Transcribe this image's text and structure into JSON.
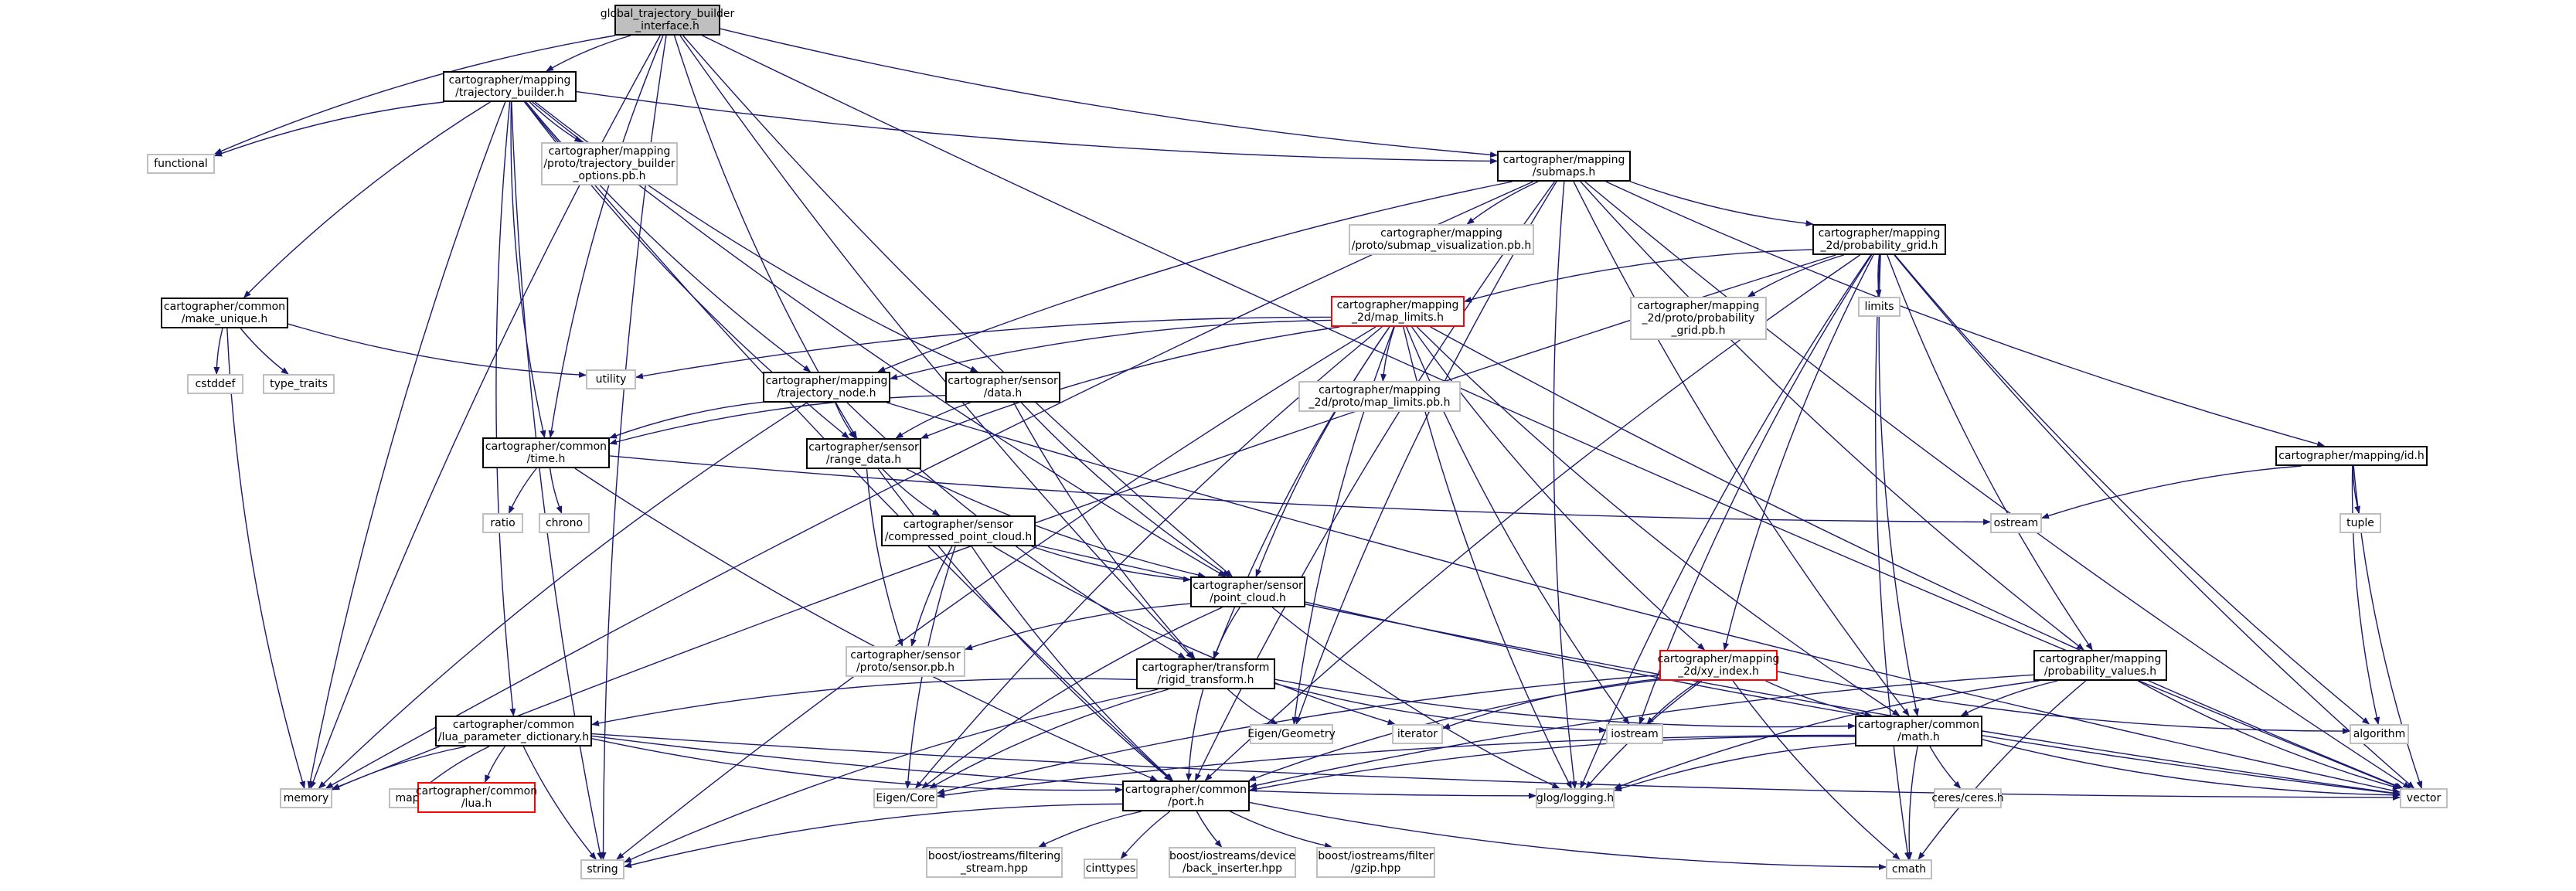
{
  "colors": {
    "edge": "#191970",
    "node_border": "#000000",
    "ext_border": "#bfbfbf",
    "red_border": "#ff0000",
    "root_fill": "#bfbfbf"
  },
  "nodes": {
    "root": {
      "label": "global_trajectory_builder\n_interface.h",
      "style": "root"
    },
    "tb": {
      "label": "cartographer/mapping\n/trajectory_builder.h",
      "style": "normal"
    },
    "submaps": {
      "label": "cartographer/mapping\n/submaps.h",
      "style": "normal"
    },
    "functional": {
      "label": "functional",
      "style": "ext"
    },
    "tbopts": {
      "label": "cartographer/mapping\n/proto/trajectory_builder\n_options.pb.h",
      "style": "ext"
    },
    "submapviz": {
      "label": "cartographer/mapping\n/proto/submap_visualization.pb.h",
      "style": "ext"
    },
    "probgrid": {
      "label": "cartographer/mapping\n_2d/probability_grid.h",
      "style": "normal"
    },
    "makeunique": {
      "label": "cartographer/common\n/make_unique.h",
      "style": "normal"
    },
    "cstddef": {
      "label": "cstddef",
      "style": "ext"
    },
    "typetraits": {
      "label": "type_traits",
      "style": "ext"
    },
    "utility": {
      "label": "utility",
      "style": "ext"
    },
    "maplimits": {
      "label": "cartographer/mapping\n_2d/map_limits.h",
      "style": "red"
    },
    "probgridpb": {
      "label": "cartographer/mapping\n_2d/proto/probability\n_grid.pb.h",
      "style": "ext"
    },
    "limits": {
      "label": "limits",
      "style": "ext"
    },
    "trajnode": {
      "label": "cartographer/mapping\n/trajectory_node.h",
      "style": "normal"
    },
    "sensordata": {
      "label": "cartographer/sensor\n/data.h",
      "style": "normal"
    },
    "maplimitspb": {
      "label": "cartographer/mapping\n_2d/proto/map_limits.pb.h",
      "style": "ext"
    },
    "time": {
      "label": "cartographer/common\n/time.h",
      "style": "normal"
    },
    "rangedata": {
      "label": "cartographer/sensor\n/range_data.h",
      "style": "normal"
    },
    "mappingid": {
      "label": "cartographer/mapping/id.h",
      "style": "normal"
    },
    "ratio": {
      "label": "ratio",
      "style": "ext"
    },
    "chrono": {
      "label": "chrono",
      "style": "ext"
    },
    "compressed": {
      "label": "cartographer/sensor\n/compressed_point_cloud.h",
      "style": "normal"
    },
    "ostream": {
      "label": "ostream",
      "style": "ext"
    },
    "tuple": {
      "label": "tuple",
      "style": "ext"
    },
    "pointcloud": {
      "label": "cartographer/sensor\n/point_cloud.h",
      "style": "normal"
    },
    "sensorpb": {
      "label": "cartographer/sensor\n/proto/sensor.pb.h",
      "style": "ext"
    },
    "rigid": {
      "label": "cartographer/transform\n/rigid_transform.h",
      "style": "normal"
    },
    "xyindex": {
      "label": "cartographer/mapping\n_2d/xy_index.h",
      "style": "red"
    },
    "probvalues": {
      "label": "cartographer/mapping\n/probability_values.h",
      "style": "normal"
    },
    "luadict": {
      "label": "cartographer/common\n/lua_parameter_dictionary.h",
      "style": "normal"
    },
    "eigengeom": {
      "label": "Eigen/Geometry",
      "style": "ext"
    },
    "iterator": {
      "label": "iterator",
      "style": "ext"
    },
    "iostream": {
      "label": "iostream",
      "style": "ext"
    },
    "math": {
      "label": "cartographer/common\n/math.h",
      "style": "normal"
    },
    "algorithm": {
      "label": "algorithm",
      "style": "ext"
    },
    "memory": {
      "label": "memory",
      "style": "ext"
    },
    "map": {
      "label": "map",
      "style": "ext"
    },
    "lua": {
      "label": "cartographer/common\n/lua.h",
      "style": "red"
    },
    "eigencore": {
      "label": "Eigen/Core",
      "style": "ext"
    },
    "port": {
      "label": "cartographer/common\n/port.h",
      "style": "normal"
    },
    "glog": {
      "label": "glog/logging.h",
      "style": "ext"
    },
    "vector": {
      "label": "vector",
      "style": "ext"
    },
    "ceres": {
      "label": "ceres/ceres.h",
      "style": "ext"
    },
    "string": {
      "label": "string",
      "style": "ext"
    },
    "boostfilt": {
      "label": "boost/iostreams/filtering\n_stream.hpp",
      "style": "ext"
    },
    "cinttypes": {
      "label": "cinttypes",
      "style": "ext"
    },
    "boostdev": {
      "label": "boost/iostreams/device\n/back_inserter.hpp",
      "style": "ext"
    },
    "boostgzip": {
      "label": "boost/iostreams/filter\n/gzip.hpp",
      "style": "ext"
    },
    "cmath": {
      "label": "cmath",
      "style": "ext"
    }
  },
  "edges": [
    [
      "root",
      "tb"
    ],
    [
      "root",
      "submaps"
    ],
    [
      "root",
      "functional"
    ],
    [
      "root",
      "time"
    ],
    [
      "root",
      "rangedata"
    ],
    [
      "root",
      "pointcloud"
    ],
    [
      "root",
      "rigid"
    ],
    [
      "root",
      "memory"
    ],
    [
      "root",
      "string"
    ],
    [
      "root",
      "vector"
    ],
    [
      "tb",
      "functional"
    ],
    [
      "tb",
      "tbopts"
    ],
    [
      "tb",
      "submaps"
    ],
    [
      "tb",
      "makeunique"
    ],
    [
      "tb",
      "trajnode"
    ],
    [
      "tb",
      "sensordata"
    ],
    [
      "tb",
      "time"
    ],
    [
      "tb",
      "rangedata"
    ],
    [
      "tb",
      "pointcloud"
    ],
    [
      "tb",
      "luadict"
    ],
    [
      "tb",
      "port"
    ],
    [
      "tb",
      "memory"
    ],
    [
      "tb",
      "string"
    ],
    [
      "submaps",
      "submapviz"
    ],
    [
      "submaps",
      "probgrid"
    ],
    [
      "submaps",
      "trajnode"
    ],
    [
      "submaps",
      "mappingid"
    ],
    [
      "submaps",
      "probvalues"
    ],
    [
      "submaps",
      "math"
    ],
    [
      "submaps",
      "port"
    ],
    [
      "submaps",
      "eigengeom"
    ],
    [
      "submaps",
      "glog"
    ],
    [
      "submaps",
      "memory"
    ],
    [
      "submaps",
      "vector"
    ],
    [
      "probgrid",
      "probgridpb"
    ],
    [
      "probgrid",
      "limits"
    ],
    [
      "probgrid",
      "maplimits"
    ],
    [
      "probgrid",
      "xyindex"
    ],
    [
      "probgrid",
      "probvalues"
    ],
    [
      "probgrid",
      "math"
    ],
    [
      "probgrid",
      "port"
    ],
    [
      "probgrid",
      "glog"
    ],
    [
      "probgrid",
      "iostream"
    ],
    [
      "probgrid",
      "algorithm"
    ],
    [
      "probgrid",
      "memory"
    ],
    [
      "probgrid",
      "vector"
    ],
    [
      "probgrid",
      "cmath"
    ],
    [
      "makeunique",
      "cstddef"
    ],
    [
      "makeunique",
      "typetraits"
    ],
    [
      "makeunique",
      "utility"
    ],
    [
      "makeunique",
      "memory"
    ],
    [
      "maplimits",
      "utility"
    ],
    [
      "maplimits",
      "trajnode"
    ],
    [
      "maplimits",
      "maplimitspb"
    ],
    [
      "maplimits",
      "rangedata"
    ],
    [
      "maplimits",
      "pointcloud"
    ],
    [
      "maplimits",
      "rigid"
    ],
    [
      "maplimits",
      "xyindex"
    ],
    [
      "maplimits",
      "math"
    ],
    [
      "maplimits",
      "eigencore"
    ],
    [
      "maplimits",
      "eigengeom"
    ],
    [
      "maplimits",
      "glog"
    ],
    [
      "maplimits",
      "vector"
    ],
    [
      "maplimits",
      "string"
    ],
    [
      "maplimits",
      "iostream"
    ],
    [
      "trajnode",
      "time"
    ],
    [
      "trajnode",
      "rangedata"
    ],
    [
      "trajnode",
      "rigid"
    ],
    [
      "trajnode",
      "memory"
    ],
    [
      "trajnode",
      "vector"
    ],
    [
      "sensordata",
      "time"
    ],
    [
      "sensordata",
      "rangedata"
    ],
    [
      "sensordata",
      "pointcloud"
    ],
    [
      "sensordata",
      "rigid"
    ],
    [
      "time",
      "ratio"
    ],
    [
      "time",
      "chrono"
    ],
    [
      "time",
      "ostream"
    ],
    [
      "time",
      "port"
    ],
    [
      "rangedata",
      "compressed"
    ],
    [
      "rangedata",
      "pointcloud"
    ],
    [
      "rangedata",
      "sensorpb"
    ],
    [
      "rangedata",
      "port"
    ],
    [
      "mappingid",
      "ostream"
    ],
    [
      "mappingid",
      "tuple"
    ],
    [
      "mappingid",
      "algorithm"
    ],
    [
      "mappingid",
      "vector"
    ],
    [
      "compressed",
      "pointcloud"
    ],
    [
      "compressed",
      "sensorpb"
    ],
    [
      "compressed",
      "eigencore"
    ],
    [
      "compressed",
      "port"
    ],
    [
      "compressed",
      "iterator"
    ],
    [
      "compressed",
      "vector"
    ],
    [
      "pointcloud",
      "sensorpb"
    ],
    [
      "pointcloud",
      "rigid"
    ],
    [
      "pointcloud",
      "eigencore"
    ],
    [
      "pointcloud",
      "glog"
    ],
    [
      "pointcloud",
      "vector"
    ],
    [
      "rigid",
      "luadict"
    ],
    [
      "rigid",
      "eigengeom"
    ],
    [
      "rigid",
      "eigencore"
    ],
    [
      "rigid",
      "iostream"
    ],
    [
      "rigid",
      "math"
    ],
    [
      "rigid",
      "port"
    ],
    [
      "rigid",
      "string"
    ],
    [
      "xyindex",
      "iterator"
    ],
    [
      "xyindex",
      "iostream"
    ],
    [
      "xyindex",
      "math"
    ],
    [
      "xyindex",
      "port"
    ],
    [
      "xyindex",
      "eigencore"
    ],
    [
      "xyindex",
      "glog"
    ],
    [
      "xyindex",
      "algorithm"
    ],
    [
      "xyindex",
      "cmath"
    ],
    [
      "probvalues",
      "math"
    ],
    [
      "probvalues",
      "port"
    ],
    [
      "probvalues",
      "glog"
    ],
    [
      "probvalues",
      "vector"
    ],
    [
      "probvalues",
      "cmath"
    ],
    [
      "luadict",
      "memory"
    ],
    [
      "luadict",
      "map"
    ],
    [
      "luadict",
      "lua"
    ],
    [
      "luadict",
      "string"
    ],
    [
      "luadict",
      "port"
    ],
    [
      "luadict",
      "glog"
    ],
    [
      "luadict",
      "vector"
    ],
    [
      "math",
      "eigencore"
    ],
    [
      "math",
      "port"
    ],
    [
      "math",
      "ceres"
    ],
    [
      "math",
      "glog"
    ],
    [
      "math",
      "vector"
    ],
    [
      "math",
      "cmath"
    ],
    [
      "port",
      "boostfilt"
    ],
    [
      "port",
      "cinttypes"
    ],
    [
      "port",
      "boostdev"
    ],
    [
      "port",
      "boostgzip"
    ],
    [
      "port",
      "string"
    ],
    [
      "port",
      "cmath"
    ]
  ]
}
